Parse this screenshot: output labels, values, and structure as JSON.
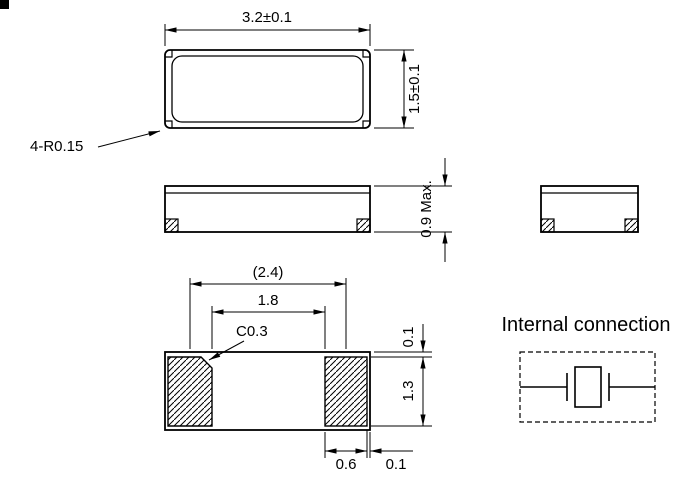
{
  "drawing": {
    "background_color": "#ffffff",
    "line_color": "#000000",
    "top_view": {
      "width_dim": "3.2±0.1",
      "height_dim": "1.5±0.1",
      "corner_note": "4-R0.15"
    },
    "side_view": {
      "height_dim": "0.9 Max."
    },
    "land_pattern": {
      "pad_pitch_dim": "(2.4)",
      "pad_gap_dim": "1.8",
      "chamfer_note": "C0.3",
      "pad_top_clearance_dim": "0.1",
      "pad_length_dim": "1.3",
      "pad_width_dim": "0.6",
      "pad_side_clearance_dim": "0.1"
    },
    "internal_connection": {
      "title": "Internal connection"
    }
  }
}
